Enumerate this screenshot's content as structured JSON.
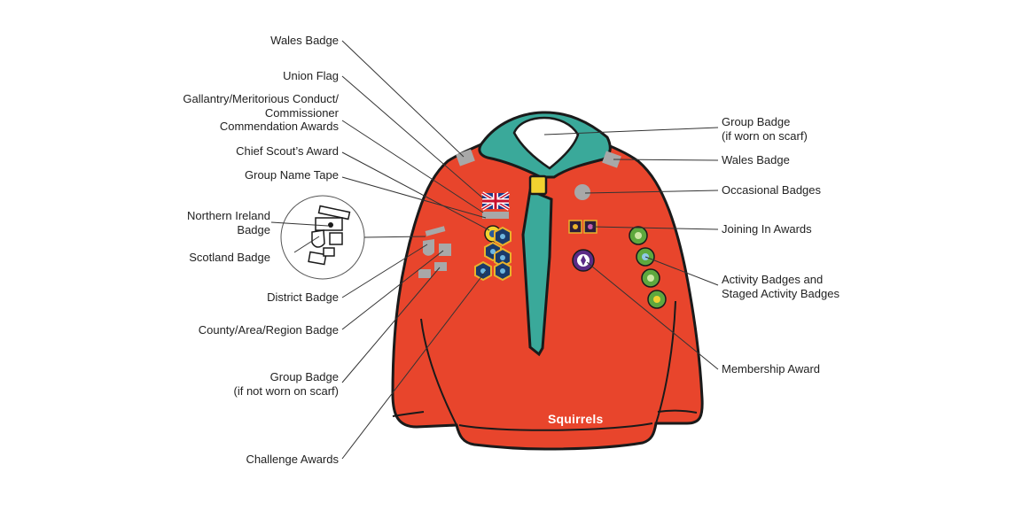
{
  "labels": {
    "wales_badge_left": [
      "Wales Badge"
    ],
    "union_flag": [
      "Union Flag"
    ],
    "gallantry": [
      "Gallantry/Meritorious Conduct/",
      "Commissioner",
      "Commendation Awards"
    ],
    "chief_scout": [
      "Chief Scout’s Award"
    ],
    "group_name_tape": [
      "Group Name Tape"
    ],
    "northern_ireland": [
      "Northern Ireland",
      "Badge"
    ],
    "scotland": [
      "Scotland Badge"
    ],
    "district": [
      "District Badge"
    ],
    "county": [
      "County/Area/Region Badge"
    ],
    "group_badge_not_scarf": [
      "Group Badge",
      "(if not worn on scarf)"
    ],
    "challenge": [
      "Challenge Awards"
    ],
    "group_badge_scarf": [
      "Group Badge",
      "(if worn on scarf)"
    ],
    "wales_badge_right": [
      "Wales Badge"
    ],
    "occasional": [
      "Occasional Badges"
    ],
    "joining_in": [
      "Joining In Awards"
    ],
    "activity": [
      "Activity Badges and",
      "Staged Activity Badges"
    ],
    "membership": [
      "Membership Award"
    ]
  },
  "brand": {
    "wordmark": "Squirrels"
  },
  "colors": {
    "jumper": "#e8452c",
    "outline": "#1a1a1a",
    "scarf": "#3aa99a",
    "woggle": "#f2d230",
    "grey_badge": "#a8a8a8",
    "activity_green": "#5ea83e",
    "membership_purple": "#5b2b86"
  }
}
